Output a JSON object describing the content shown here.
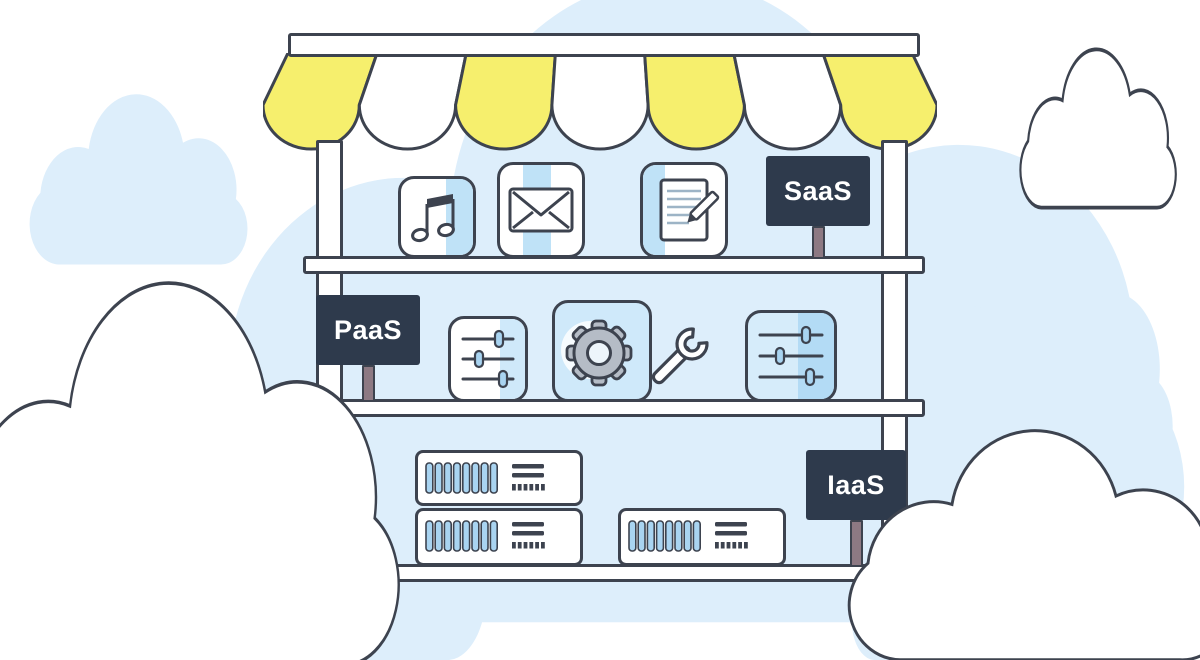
{
  "illustration": {
    "signs": {
      "saas": "SaaS",
      "paas": "PaaS",
      "iaas": "IaaS"
    },
    "shelves": {
      "top_items": [
        "music-app",
        "mail-app",
        "notes-app"
      ],
      "middle_items": [
        "sliders-settings",
        "gear-and-wrench",
        "sliders-settings"
      ],
      "bottom_items": [
        "server-rack",
        "server-rack"
      ]
    },
    "icons": {
      "music-icon": "beamed-note-shape",
      "mail-icon": "envelope-shape",
      "document-pencil-icon": "paper-with-pencil-shape",
      "sliders-icon": "horizontal-sliders-shape",
      "gear-icon": "gear-shape",
      "wrench-icon": "spanner-shape",
      "server-rack-icon": "equalizer-rack-shape",
      "cloud-icon": "cloud-shape",
      "awning-icon": "striped-scalloped-awning"
    },
    "colors": {
      "outline": "#3d434f",
      "sign_background": "#2e3a4c",
      "sign_text": "#ffffff",
      "awning_yellow": "#f6ef6d",
      "awning_white": "#ffffff",
      "cloud_blue": "#ddeefb",
      "icon_accent_blue": "#a9d4f1",
      "tile_blue": "#cfe9fa",
      "gear_gray": "#b5bcc6",
      "sign_post_mauve": "#8d7983",
      "background": "#ffffff"
    }
  }
}
